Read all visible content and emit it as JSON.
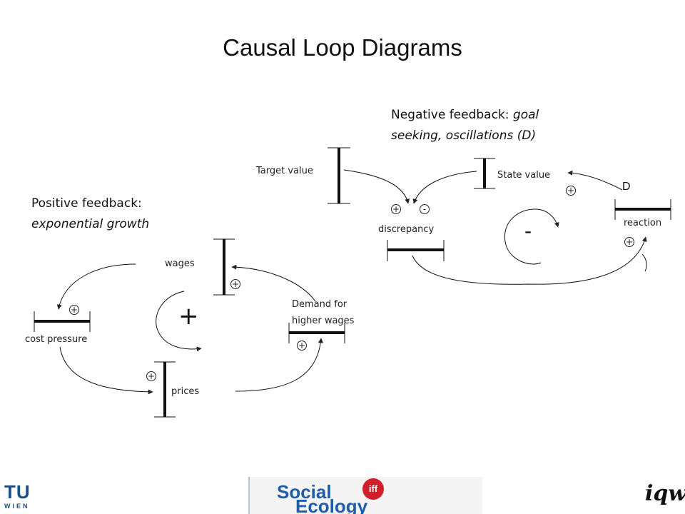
{
  "title": "Causal Loop Diagrams",
  "negative": {
    "heading_plain": "Negative feedback: ",
    "heading_italic_1": "goal",
    "heading_italic_2": "seeking, oscillations (D)",
    "target_value": "Target value",
    "state_value": "State value",
    "discrepancy": "discrepancy",
    "reaction": "reaction",
    "delay_mark": "D",
    "loop_sign": "-",
    "sign_target": "+",
    "sign_state": "-",
    "sign_reaction_to_state": "+",
    "sign_discrepancy_to_reaction": "+"
  },
  "positive": {
    "heading_line1": "Positive feedback:",
    "heading_line2": "exponential growth",
    "wages": "wages",
    "cost_pressure": "cost pressure",
    "prices": "prices",
    "demand_line1": "Demand for",
    "demand_line2": "higher wages",
    "loop_sign": "+",
    "sign_wages_to_cost": "+",
    "sign_cost_to_prices": "+",
    "sign_prices_to_demand": "+",
    "sign_demand_to_wages": "+"
  },
  "footer": {
    "tu_logo_line1": "TU",
    "tu_logo_line2": "WIEN",
    "social_ecology_1": "Social",
    "social_ecology_2": "Ecology",
    "iff_badge": "iff",
    "iqw_logo": "iqw"
  }
}
